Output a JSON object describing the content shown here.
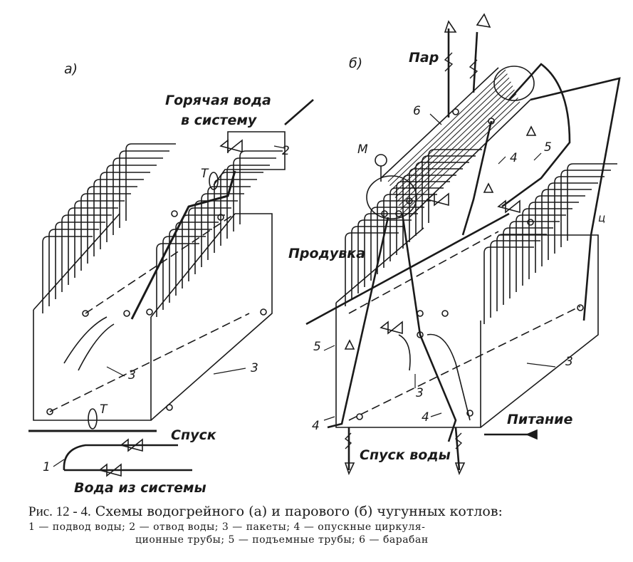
{
  "panel_a": {
    "label": "а)",
    "hot_water": [
      "Горячая вода",
      "в систему"
    ],
    "drain": "Спуск",
    "water_from": "Вода из системы",
    "callouts": {
      "n1": "1",
      "n2": "2",
      "n3a": "3",
      "n3b": "3",
      "t_top": "Т",
      "t_bottom": "Т"
    }
  },
  "panel_b": {
    "label": "б)",
    "steam": "Пар",
    "purge": "Продувка",
    "feed": "Питание",
    "water_drain": "Спуск воды",
    "callouts": {
      "n6": "6",
      "m": "М",
      "n4a": "4",
      "n5a": "5",
      "n4b": "4",
      "n4c": "4",
      "n5b": "5",
      "n3a": "3",
      "n3b": "3",
      "c": "ц"
    }
  },
  "caption": {
    "number": "Рис. 12 - 4.",
    "title": "Схемы водогрейного (а) и парового (б) чугунных котлов:",
    "legend_line1": "1 — подвод воды; 2 — отвод воды; 3 — пакеты; 4 — опускные циркуля-",
    "legend_line2": "ционные трубы; 5 — подъемные трубы; 6 — барабан"
  },
  "colors": {
    "ink": "#1a1a1a",
    "paper": "#ffffff"
  }
}
